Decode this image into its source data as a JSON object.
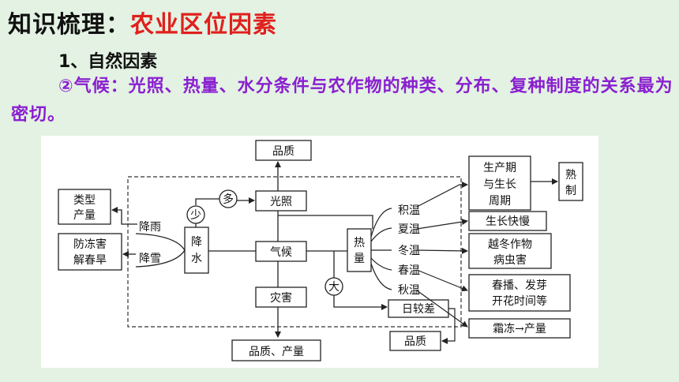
{
  "heading": {
    "prefix": "知识梳理：",
    "highlight": "农业区位因素",
    "colors": {
      "prefix": "#111111",
      "highlight": "#e0201c"
    }
  },
  "subheading": "1、自然因素",
  "paragraph": "②气候：光照、热量、水分条件与农作物的种类、分布、复种制度的关系最为密切。",
  "diagram": {
    "nodes": {
      "quality_top": "品质",
      "light": "光照",
      "climate": "气候",
      "disaster": "灾害",
      "quality_yield": "品质、产量",
      "type_yield": [
        "类型",
        "产量"
      ],
      "frost_drought": [
        "防冻害",
        "解春旱"
      ],
      "rainfall": "降雨",
      "snowfall": "降雪",
      "precipitation": [
        "降",
        "水"
      ],
      "more": "多",
      "less": "少",
      "big": "大",
      "heat": [
        "热",
        "量"
      ],
      "accumulated_temp": "积温",
      "summer_temp": "夏温",
      "winter_temp": "冬温",
      "spring_temp": "春温",
      "autumn_temp": "秋温",
      "diurnal_range": "日较差",
      "period": [
        "生产期",
        "与生长",
        "周期"
      ],
      "ripeness": [
        "熟",
        "制"
      ],
      "growth_speed": "生长快慢",
      "overwinter": [
        "越冬作物",
        "病虫害"
      ],
      "sowing": [
        "春播、发芽",
        "开花时间等"
      ],
      "frost_yield": "霜冻→产量",
      "quality_bottom": "品质"
    }
  }
}
